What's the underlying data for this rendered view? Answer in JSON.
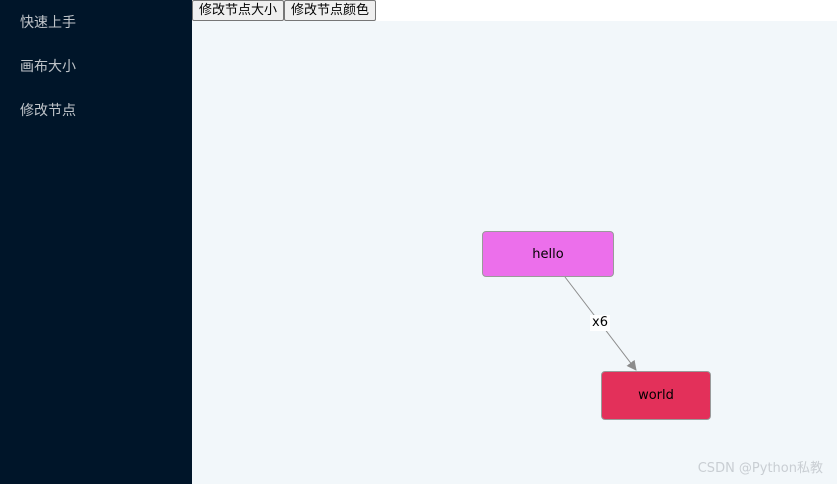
{
  "sidebar": {
    "items": [
      {
        "label": "快速上手"
      },
      {
        "label": "画布大小"
      },
      {
        "label": "修改节点"
      }
    ]
  },
  "toolbar": {
    "resize_label": "修改节点大小",
    "recolor_label": "修改节点颜色"
  },
  "graph": {
    "nodes": [
      {
        "id": "hello",
        "label": "hello",
        "color": "#ec6feb"
      },
      {
        "id": "world",
        "label": "world",
        "color": "#e3305a"
      }
    ],
    "edge": {
      "source": "hello",
      "target": "world",
      "label": "x6",
      "color": "#8c8c8c"
    }
  },
  "watermark": "CSDN @Python私教"
}
